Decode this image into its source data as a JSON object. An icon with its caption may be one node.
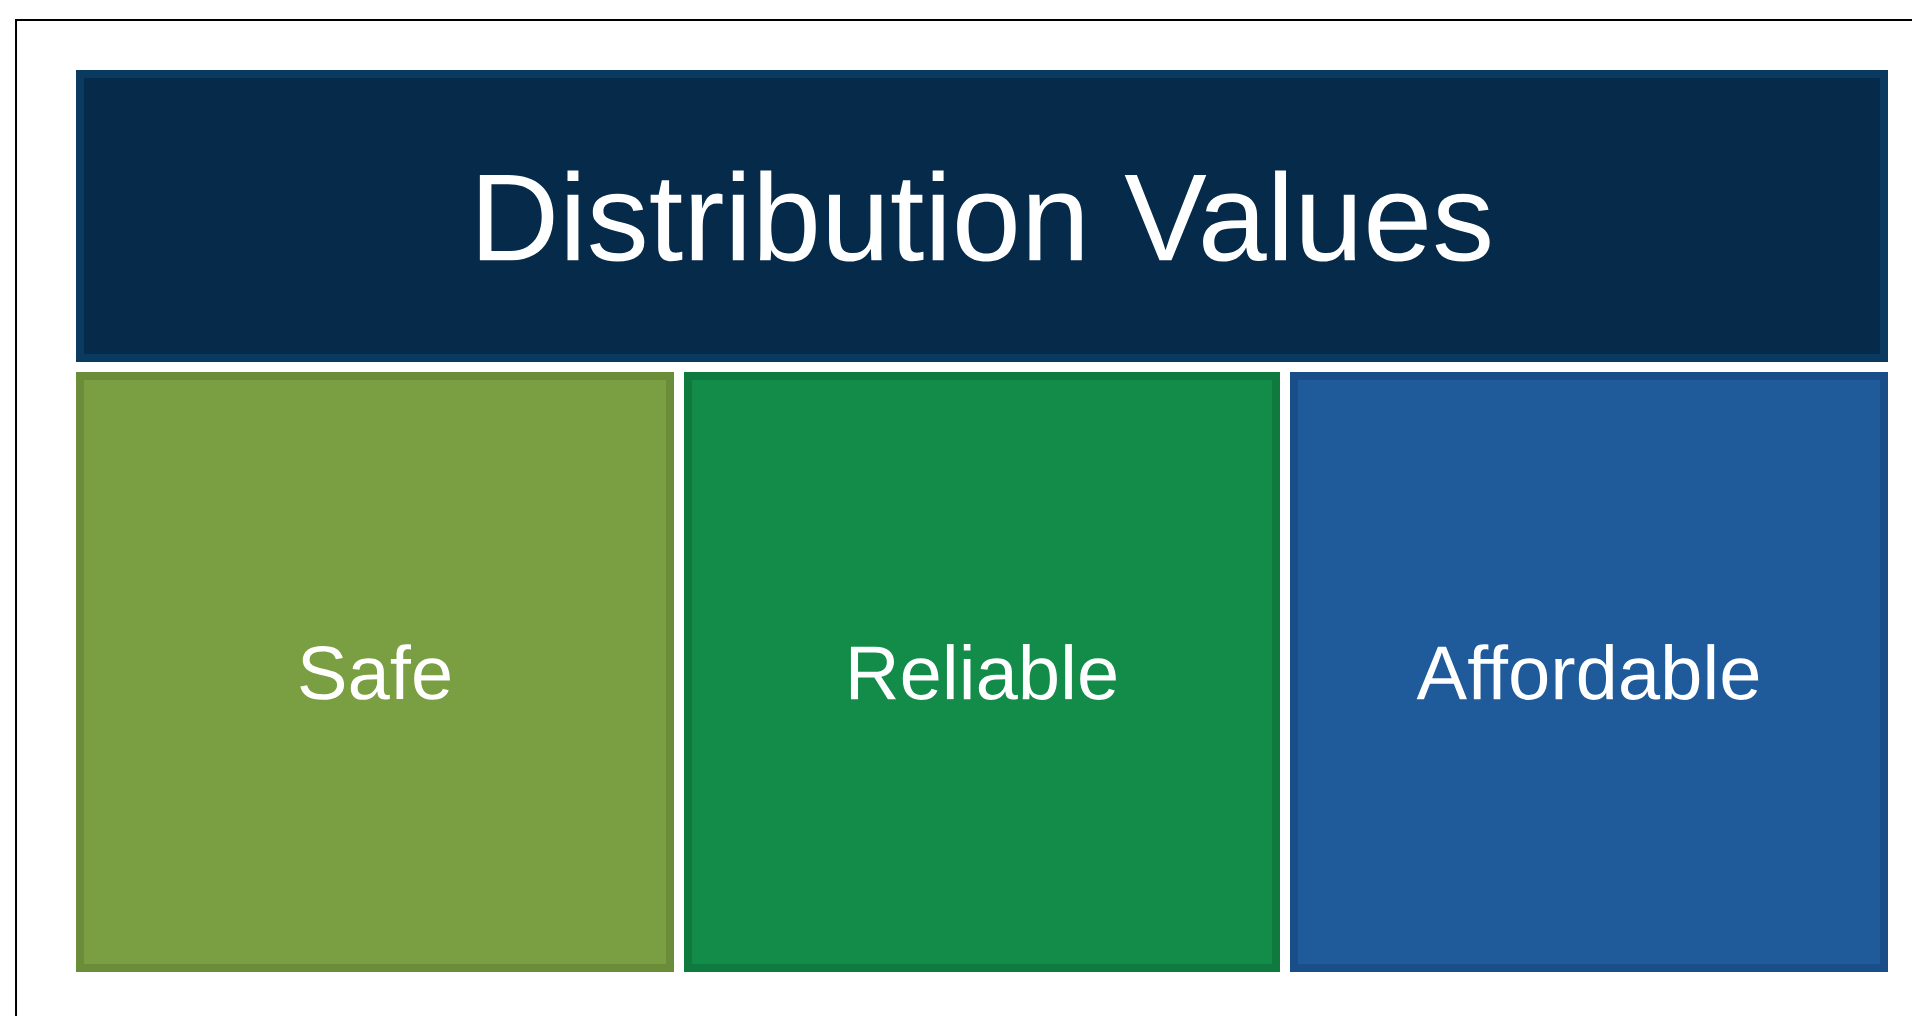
{
  "diagram": {
    "nodes": [
      {
        "text": [
          "Distribution Values"
        ]
      },
      {
        "text": [
          "Safe"
        ]
      },
      {
        "text": [
          "Reliable"
        ]
      },
      {
        "text": [
          "Affordable"
        ]
      }
    ]
  }
}
